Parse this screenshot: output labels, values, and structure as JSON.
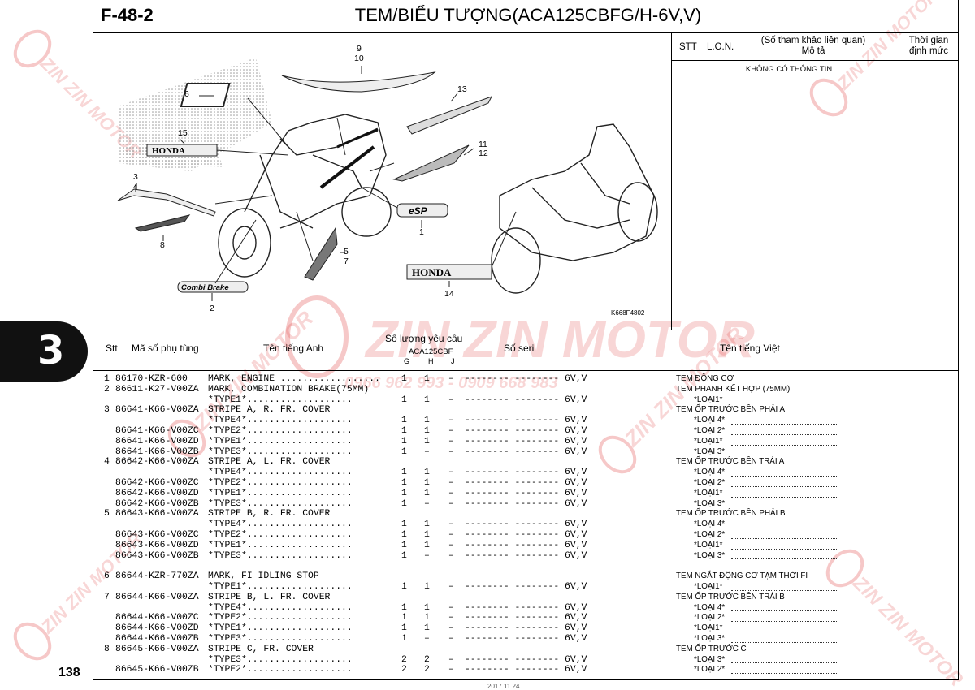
{
  "header": {
    "code": "F-48-2",
    "title": "TEM/BIỂU TƯỢNG(ACA125CBFG/H-6V,V)"
  },
  "info_box": {
    "stt": "STT",
    "lon": "L.O.N.",
    "ref": "(Số tham khảo liên quan)\nMô tả",
    "time": "Thời gian\nđịnh mức",
    "empty": "KHÔNG CÓ THÔNG TIN"
  },
  "diagram": {
    "code": "K668F4802",
    "callouts": [
      "9\n10",
      "13",
      "6",
      "15",
      "11\n12",
      "3\n4",
      "8",
      "1",
      "5\n7",
      "2",
      "14"
    ],
    "labels": {
      "honda_side": "HONDA",
      "honda_main": "HONDA",
      "combi": "Combi Brake",
      "esp": "eSP"
    }
  },
  "table_header": {
    "stt": "Stt",
    "part_no": "Mã số phụ tùng",
    "name_en": "Tên tiếng Anh",
    "qty": "Số lượng yêu cầu",
    "model": "ACA125CBF",
    "g": "G",
    "h": "H",
    "j": "J",
    "serial": "Số seri",
    "name_vn": "Tên tiếng Việt"
  },
  "rows": [
    {
      "n": "1",
      "p": "86170-KZR-600",
      "d": "MARK, ENGINE ..................",
      "g": "1",
      "h": "1",
      "j": "–",
      "s": "-------- -------- 6V,V"
    },
    {
      "n": "2",
      "p": "86611-K27-V00ZA",
      "d": "MARK, COMBINATION BRAKE(75MM)",
      "g": "",
      "h": "",
      "j": "",
      "s": ""
    },
    {
      "n": "",
      "p": "",
      "d": "*TYPE1*...................",
      "g": "1",
      "h": "1",
      "j": "–",
      "s": "-------- -------- 6V,V"
    },
    {
      "n": "3",
      "p": "86641-K66-V00ZA",
      "d": "STRIPE A, R. FR. COVER",
      "g": "",
      "h": "",
      "j": "",
      "s": ""
    },
    {
      "n": "",
      "p": "",
      "d": "*TYPE4*...................",
      "g": "1",
      "h": "1",
      "j": "–",
      "s": "-------- -------- 6V,V"
    },
    {
      "n": "",
      "p": "86641-K66-V00ZC",
      "d": "*TYPE2*...................",
      "g": "1",
      "h": "1",
      "j": "–",
      "s": "-------- -------- 6V,V"
    },
    {
      "n": "",
      "p": "86641-K66-V00ZD",
      "d": "*TYPE1*...................",
      "g": "1",
      "h": "1",
      "j": "–",
      "s": "-------- -------- 6V,V"
    },
    {
      "n": "",
      "p": "86641-K66-V00ZB",
      "d": "*TYPE3*...................",
      "g": "1",
      "h": "–",
      "j": "–",
      "s": "-------- -------- 6V,V"
    },
    {
      "n": "4",
      "p": "86642-K66-V00ZA",
      "d": "STRIPE A, L. FR. COVER",
      "g": "",
      "h": "",
      "j": "",
      "s": ""
    },
    {
      "n": "",
      "p": "",
      "d": "*TYPE4*...................",
      "g": "1",
      "h": "1",
      "j": "–",
      "s": "-------- -------- 6V,V"
    },
    {
      "n": "",
      "p": "86642-K66-V00ZC",
      "d": "*TYPE2*...................",
      "g": "1",
      "h": "1",
      "j": "–",
      "s": "-------- -------- 6V,V"
    },
    {
      "n": "",
      "p": "86642-K66-V00ZD",
      "d": "*TYPE1*...................",
      "g": "1",
      "h": "1",
      "j": "–",
      "s": "-------- -------- 6V,V"
    },
    {
      "n": "",
      "p": "86642-K66-V00ZB",
      "d": "*TYPE3*...................",
      "g": "1",
      "h": "–",
      "j": "–",
      "s": "-------- -------- 6V,V"
    },
    {
      "n": "5",
      "p": "86643-K66-V00ZA",
      "d": "STRIPE B, R. FR. COVER",
      "g": "",
      "h": "",
      "j": "",
      "s": ""
    },
    {
      "n": "",
      "p": "",
      "d": "*TYPE4*...................",
      "g": "1",
      "h": "1",
      "j": "–",
      "s": "-------- -------- 6V,V"
    },
    {
      "n": "",
      "p": "86643-K66-V00ZC",
      "d": "*TYPE2*...................",
      "g": "1",
      "h": "1",
      "j": "–",
      "s": "-------- -------- 6V,V"
    },
    {
      "n": "",
      "p": "86643-K66-V00ZD",
      "d": "*TYPE1*...................",
      "g": "1",
      "h": "1",
      "j": "–",
      "s": "-------- -------- 6V,V"
    },
    {
      "n": "",
      "p": "86643-K66-V00ZB",
      "d": "*TYPE3*...................",
      "g": "1",
      "h": "–",
      "j": "–",
      "s": "-------- -------- 6V,V"
    },
    {
      "n": "",
      "p": "",
      "d": "",
      "g": "",
      "h": "",
      "j": "",
      "s": ""
    },
    {
      "n": "6",
      "p": "86644-KZR-770ZA",
      "d": "MARK, FI IDLING STOP",
      "g": "",
      "h": "",
      "j": "",
      "s": ""
    },
    {
      "n": "",
      "p": "",
      "d": "*TYPE1*...................",
      "g": "1",
      "h": "1",
      "j": "–",
      "s": "-------- -------- 6V,V"
    },
    {
      "n": "7",
      "p": "86644-K66-V00ZA",
      "d": "STRIPE B, L. FR. COVER",
      "g": "",
      "h": "",
      "j": "",
      "s": ""
    },
    {
      "n": "",
      "p": "",
      "d": "*TYPE4*...................",
      "g": "1",
      "h": "1",
      "j": "–",
      "s": "-------- -------- 6V,V"
    },
    {
      "n": "",
      "p": "86644-K66-V00ZC",
      "d": "*TYPE2*...................",
      "g": "1",
      "h": "1",
      "j": "–",
      "s": "-------- -------- 6V,V"
    },
    {
      "n": "",
      "p": "86644-K66-V00ZD",
      "d": "*TYPE1*...................",
      "g": "1",
      "h": "1",
      "j": "–",
      "s": "-------- -------- 6V,V"
    },
    {
      "n": "",
      "p": "86644-K66-V00ZB",
      "d": "*TYPE3*...................",
      "g": "1",
      "h": "–",
      "j": "–",
      "s": "-------- -------- 6V,V"
    },
    {
      "n": "8",
      "p": "86645-K66-V00ZA",
      "d": "STRIPE C, FR. COVER",
      "g": "",
      "h": "",
      "j": "",
      "s": ""
    },
    {
      "n": "",
      "p": "",
      "d": "*TYPE3*...................",
      "g": "2",
      "h": "2",
      "j": "–",
      "s": "-------- -------- 6V,V"
    },
    {
      "n": "",
      "p": "86645-K66-V00ZB",
      "d": "*TYPE2*...................",
      "g": "2",
      "h": "2",
      "j": "–",
      "s": "-------- -------- 6V,V"
    }
  ],
  "vn_rows": [
    {
      "t": "TEM ĐỘNG CƠ",
      "sub": false
    },
    {
      "t": "TEM PHANH KẾT HỢP (75MM)",
      "sub": false
    },
    {
      "t": "*LOẠI1*",
      "sub": true
    },
    {
      "t": "TEM ỐP TRƯỚC BÊN PHẢI A",
      "sub": false
    },
    {
      "t": "*LOẠI 4*",
      "sub": true
    },
    {
      "t": "*LOẠI 2*",
      "sub": true
    },
    {
      "t": "*LOẠI1*",
      "sub": true
    },
    {
      "t": "*LOẠI 3*",
      "sub": true
    },
    {
      "t": "TEM ỐP TRƯỚC BÊN TRÁI A",
      "sub": false
    },
    {
      "t": "*LOẠI 4*",
      "sub": true
    },
    {
      "t": "*LOẠI 2*",
      "sub": true
    },
    {
      "t": "*LOẠI1*",
      "sub": true
    },
    {
      "t": "*LOẠI 3*",
      "sub": true
    },
    {
      "t": "TEM ỐP TRƯỚC BÊN PHẢI B",
      "sub": false
    },
    {
      "t": "*LOẠI 4*",
      "sub": true
    },
    {
      "t": "*LOẠI 2*",
      "sub": true
    },
    {
      "t": "*LOẠI1*",
      "sub": true
    },
    {
      "t": "*LOẠI 3*",
      "sub": true
    },
    {
      "t": "",
      "sub": false
    },
    {
      "t": "TEM NGẮT ĐỘNG CƠ TẠM THỜI FI",
      "sub": false
    },
    {
      "t": "*LOẠI1*",
      "sub": true
    },
    {
      "t": "TEM ỐP TRƯỚC BÊN TRÁI B",
      "sub": false
    },
    {
      "t": "*LOẠI 4*",
      "sub": true
    },
    {
      "t": "*LOẠI 2*",
      "sub": true
    },
    {
      "t": "*LOẠI1*",
      "sub": true
    },
    {
      "t": "*LOẠI 3*",
      "sub": true
    },
    {
      "t": "TEM ỐP TRƯỚC C",
      "sub": false
    },
    {
      "t": "*LOẠI 3*",
      "sub": true
    },
    {
      "t": "*LOẠI 2*",
      "sub": true
    }
  ],
  "side_tab": "3",
  "page_number": "138",
  "footer": "2017.11.24",
  "watermark": {
    "brand": "ZIN ZIN MOTOR",
    "phone": "0966 962 993 - 0909 668 983",
    "color": "#dd2222"
  }
}
